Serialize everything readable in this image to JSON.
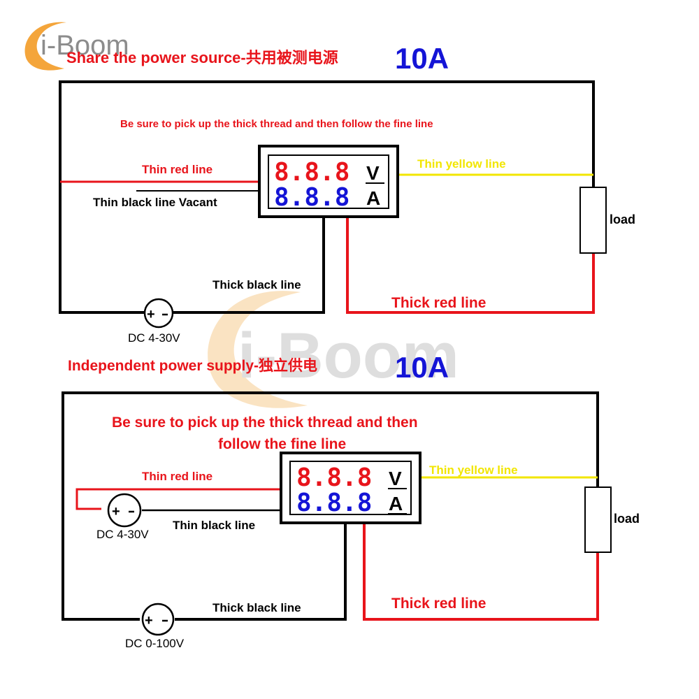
{
  "brand": {
    "text": "i-Boom",
    "watermark_text": "i-Boom",
    "accent_color": "#f4a53b"
  },
  "colors": {
    "red": "#e8141b",
    "blue": "#1414d6",
    "yellow": "#f2e600",
    "black": "#000000"
  },
  "diagram_top": {
    "title": "Share the power source-共用被测电源",
    "current": "10A",
    "instruction": "Be sure to pick up the thick thread and then follow the fine line",
    "display": {
      "voltage_digits": "8.8.8",
      "current_digits": "8.8.8",
      "voltage_unit": "V",
      "current_unit": "A"
    },
    "thin_red_line": "Thin red line",
    "thin_black_line": "Thin black line Vacant",
    "thin_yellow_line": "Thin yellow line",
    "load": "load",
    "thick_black_line": "Thick black line",
    "thick_red_line": "Thick red line",
    "source_label": "DC 4-30V"
  },
  "diagram_bottom": {
    "title": "Independent  power  supply-独立供电",
    "current": "10A",
    "instruction_line1": "Be sure to pick up the thick thread and then",
    "instruction_line2": "follow the fine line",
    "display": {
      "voltage_digits": "8.8.8",
      "current_digits": "8.8.8",
      "voltage_unit": "V",
      "current_unit": "A"
    },
    "thin_red_line": "Thin red line",
    "thin_black_line": "Thin black line",
    "thin_yellow_line": "Thin yellow line",
    "load": "load",
    "thick_black_line": "Thick black line",
    "thick_red_line": "Thick red line",
    "meter_source_label": "DC 4-30V",
    "load_source_label": "DC 0-100V"
  }
}
